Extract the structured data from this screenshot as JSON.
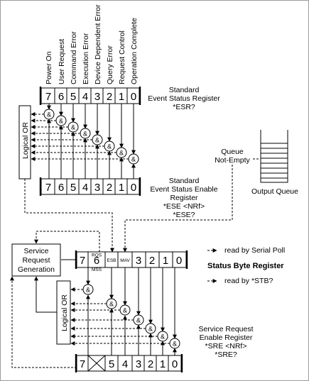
{
  "ese_bit_labels": [
    "Power On",
    "User Request",
    "Command Error",
    "Execution Error",
    "Device Dependent Error",
    "Query Error",
    "Request Control",
    "Operation Complete"
  ],
  "esr_bits": [
    "7",
    "6",
    "5",
    "4",
    "3",
    "2",
    "1",
    "0"
  ],
  "ese_bits": [
    "7",
    "6",
    "5",
    "4",
    "3",
    "2",
    "1",
    "0"
  ],
  "esr_caption": [
    "Standard",
    "Event Status Register",
    "*ESR?"
  ],
  "ese_caption": [
    "Standard",
    "Event Status Enable",
    "Register",
    "*ESE <NRf>",
    "*ESE?"
  ],
  "logical_or": "Logical OR",
  "and_symbol": "&",
  "queue_label": [
    "Queue",
    "Not-Empty"
  ],
  "output_queue": "Output Queue",
  "srg_label": [
    "Service",
    "Request",
    "Generation"
  ],
  "stb": {
    "b7": "7",
    "b6": "6",
    "rqs": "RQS",
    "mss": "MSS",
    "esb": "ESB",
    "mav": "MAV",
    "b3": "3",
    "b2": "2",
    "b1": "1",
    "b0": "0"
  },
  "sre_bits": [
    "7",
    "5",
    "4",
    "3",
    "2",
    "1",
    "0"
  ],
  "legend": {
    "serial_poll": "read by Serial Poll",
    "stb_title": "Status Byte Register",
    "stb_query": "read by *STB?"
  },
  "sre_caption": [
    "Service Request",
    "Enable Register",
    "*SRE <NRf>",
    "*SRE?"
  ]
}
